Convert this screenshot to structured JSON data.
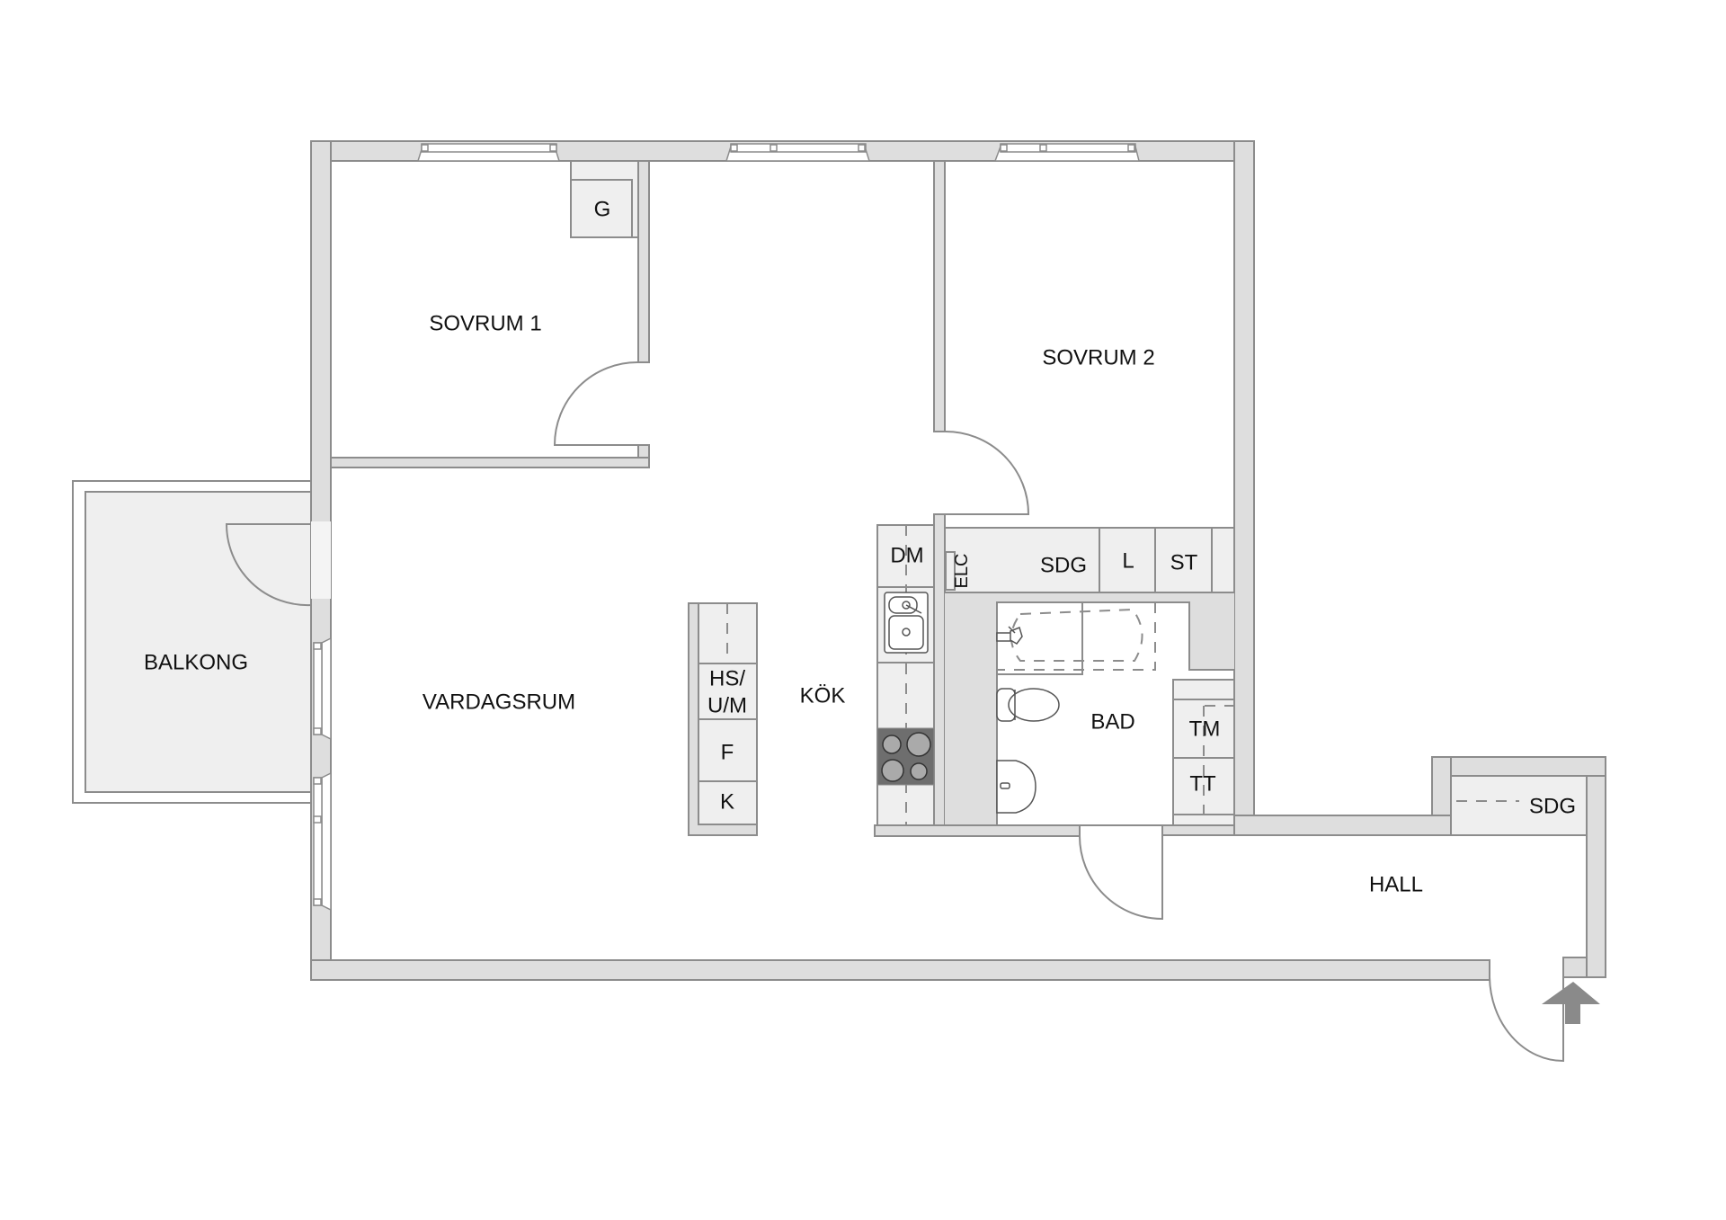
{
  "floorplan": {
    "colors": {
      "wall_fill": "#dedede",
      "wall_stroke": "#8c8c8c",
      "cabinet_fill": "#efefef",
      "balcony_fill": "#efefef",
      "stove_fill": "#6e6e6e",
      "entrance_arrow": "#8a8a8a",
      "text": "#111111"
    },
    "rooms": {
      "sovrum1": "SOVRUM 1",
      "sovrum2": "SOVRUM 2",
      "balkong": "BALKONG",
      "vardagsrum": "VARDAGSRUM",
      "kok": "KÖK",
      "bad": "BAD",
      "hall": "HALL"
    },
    "fixtures": {
      "g": "G",
      "dm": "DM",
      "elc": "ELC",
      "sdg_bedroom": "SDG",
      "l": "L",
      "st": "ST",
      "hs_line1": "HS/",
      "hs_line2": "U/M",
      "f": "F",
      "k": "K",
      "tm": "TM",
      "tt": "TT",
      "sdg_hall": "SDG"
    },
    "entrance_icon": "entrance-arrow-up"
  }
}
